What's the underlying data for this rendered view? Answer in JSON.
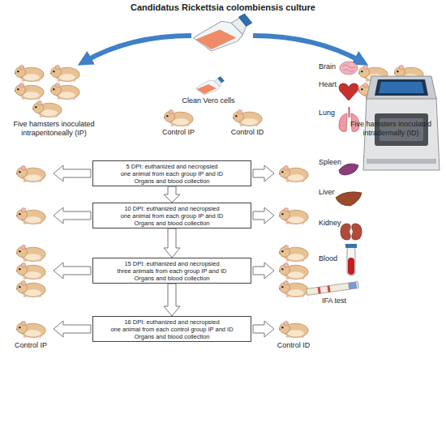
{
  "diagram": {
    "title": "Candidatus Rickettsia colombiensis culture",
    "nodes": [
      {
        "text": [
          "5 DPI: euthanized and necropsied",
          "one animal from each group IP and ID",
          "Organs and blood collection"
        ]
      },
      {
        "text": [
          "10 DPI: euthanized and necropsied",
          "one animal from each group IP and ID",
          "Organs and blood collection"
        ]
      },
      {
        "text": [
          "15 DPI: euthanized and necropsied",
          "three animals from each group IP and ID",
          "Organs and blood collection"
        ]
      },
      {
        "text": [
          "16 DPI: euthanized and necropsied",
          "one animal from each control group IP and ID",
          "Organs and blood collection"
        ]
      }
    ],
    "edges": [
      {
        "from": 0,
        "to": 1,
        "arrow": "to"
      },
      {
        "from": 1,
        "to": 2,
        "arrow": "to"
      },
      {
        "from": 2,
        "to": 3,
        "arrow": "to"
      }
    ],
    "labels": [
      "Five hamsters inoculated intraperitoneally (IP)",
      "Clean Vero cells",
      "Control IP",
      "Control ID",
      "Five hamsters inoculated intradermally (ID)",
      "Brain",
      "Heart",
      "Lung",
      "Spleen",
      "Liver",
      "Kidney",
      "Blood",
      "IFA test",
      "Control IP",
      "Control ID"
    ]
  }
}
